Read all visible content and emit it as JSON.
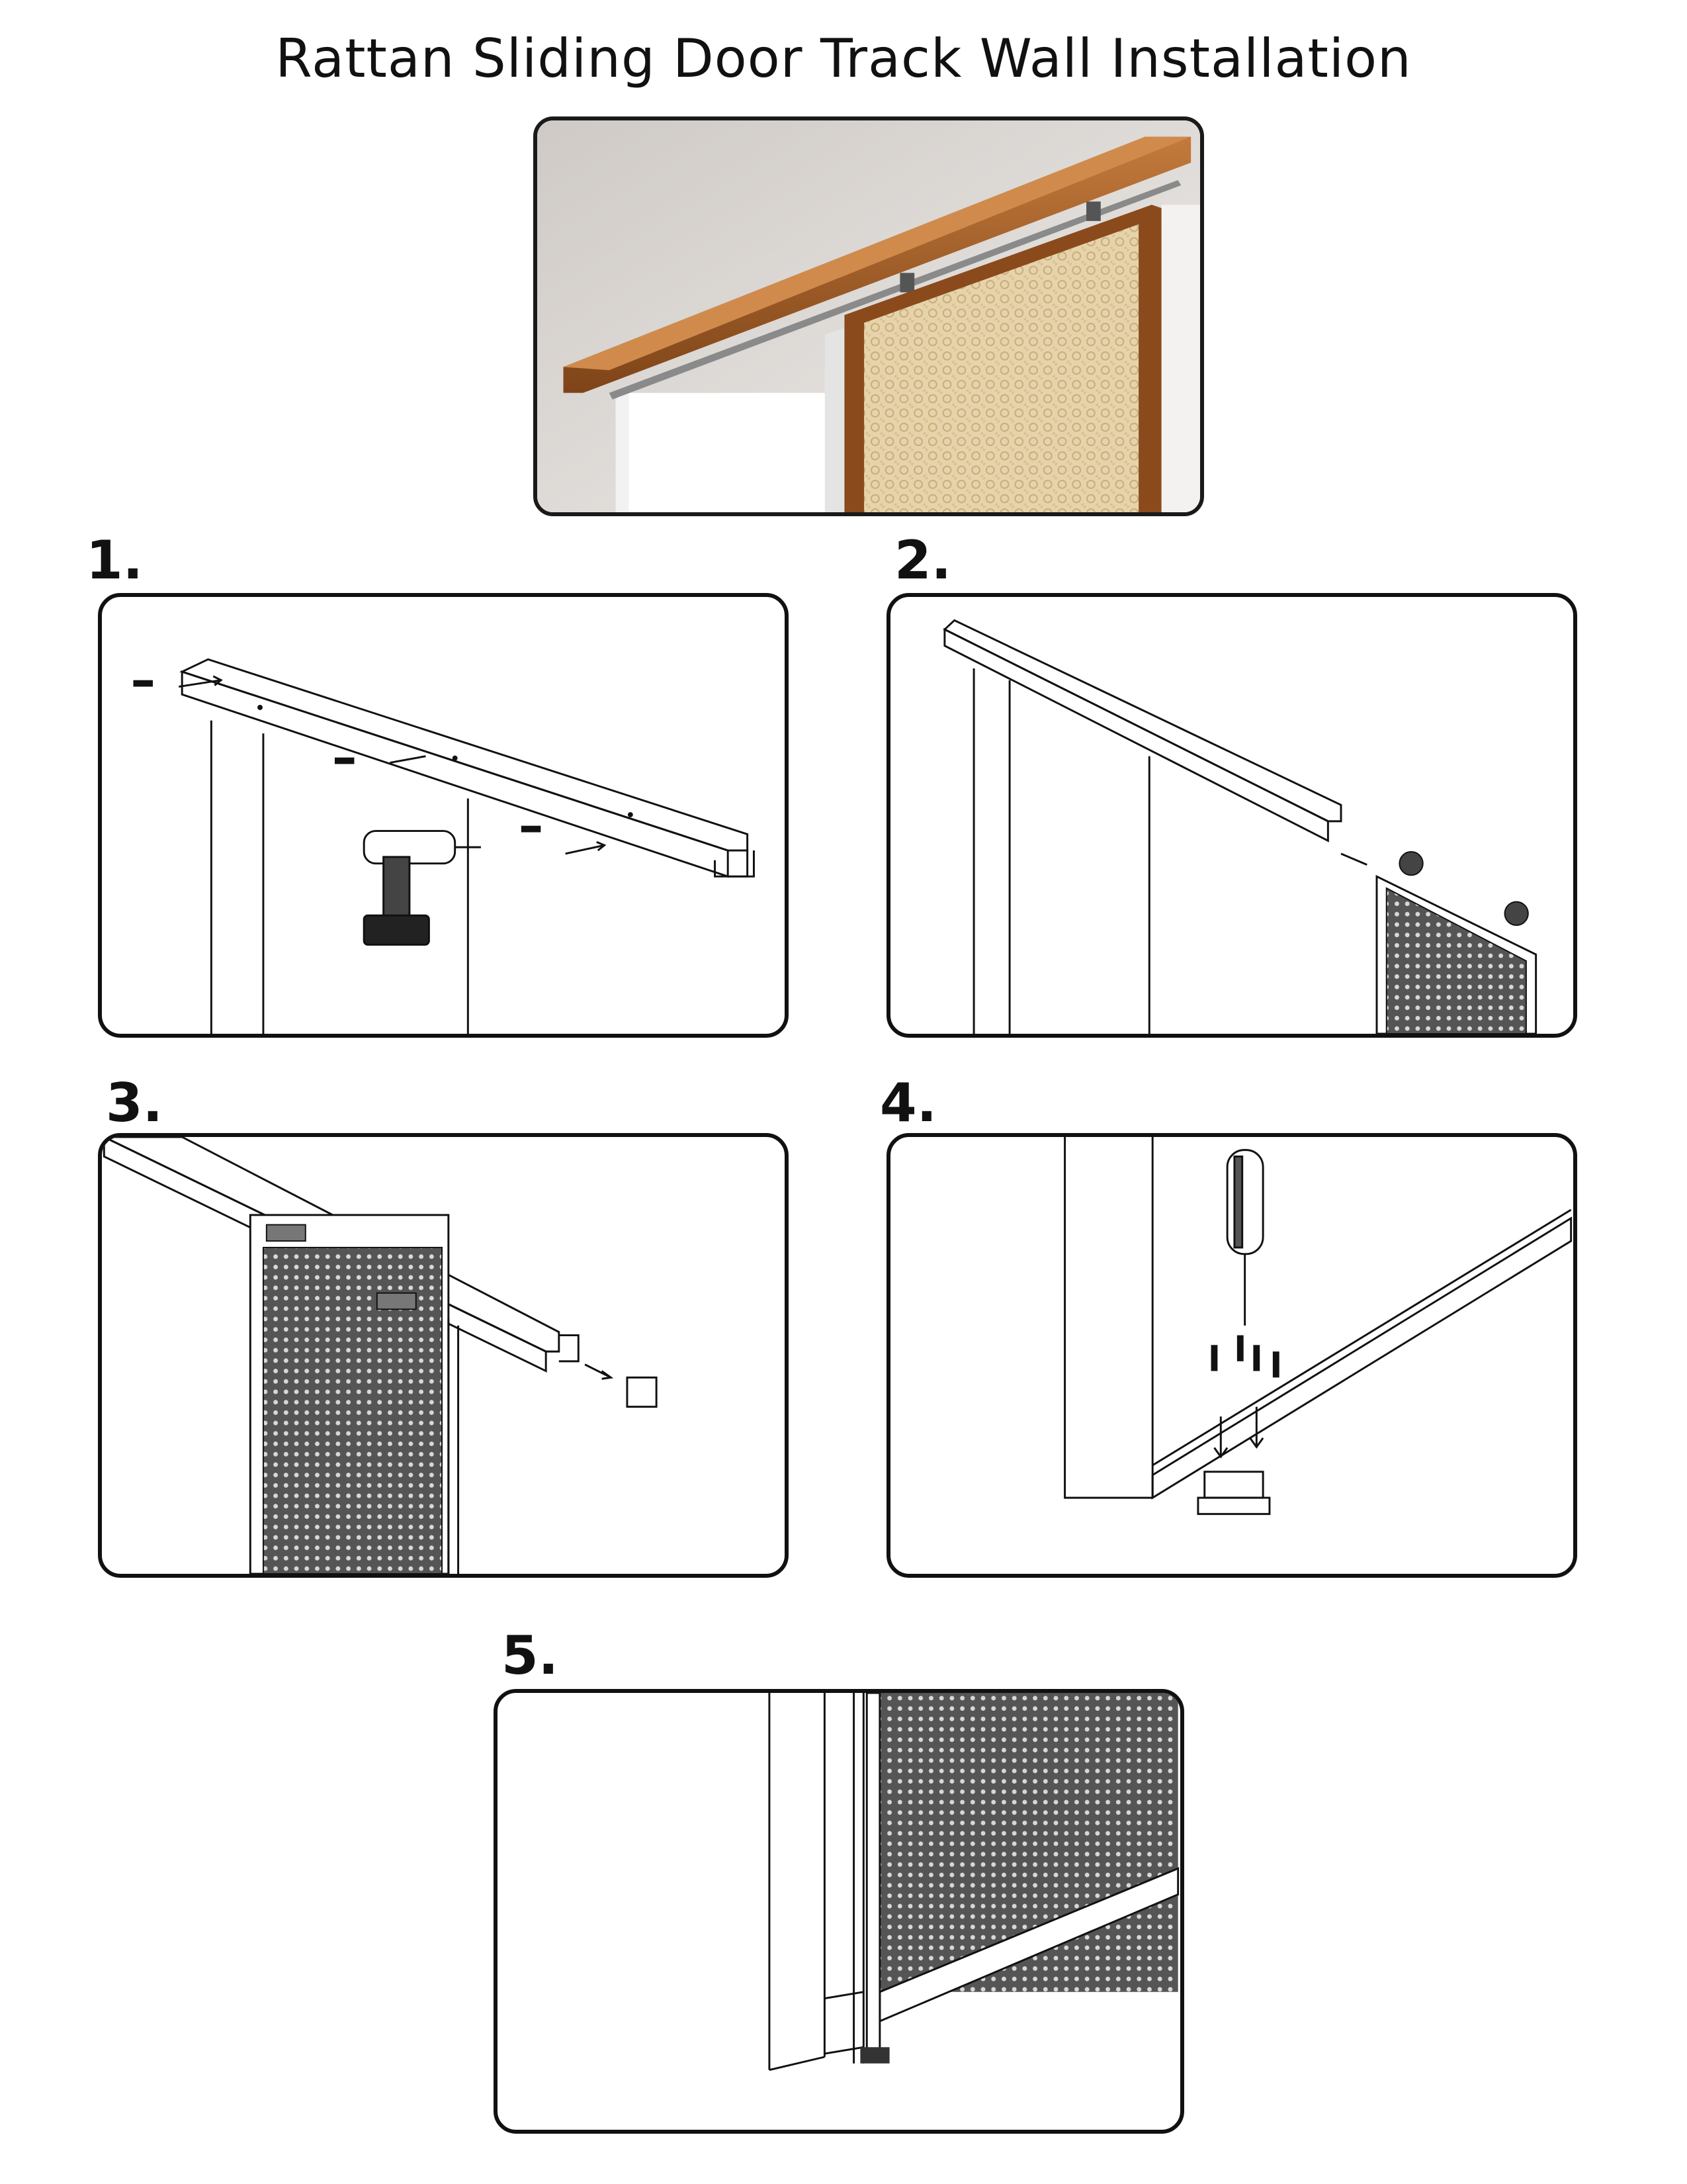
{
  "page": {
    "title": "Rattan Sliding Door Track Wall Installation"
  },
  "steps": [
    {
      "number": "1."
    },
    {
      "number": "2."
    },
    {
      "number": "3."
    },
    {
      "number": "4."
    },
    {
      "number": "5."
    }
  ]
}
